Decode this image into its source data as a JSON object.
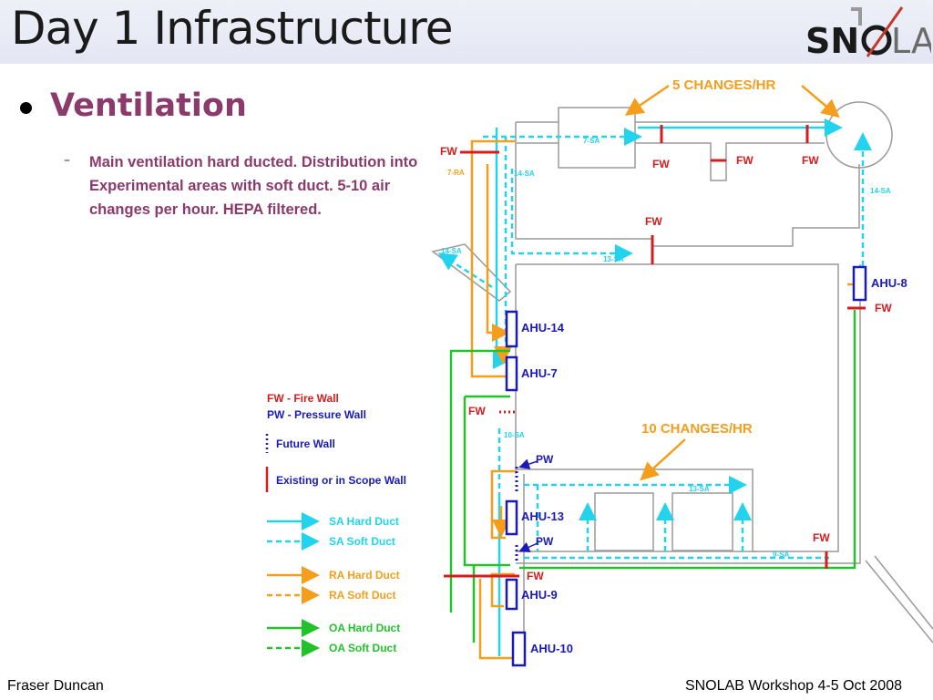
{
  "slide": {
    "title": "Day 1 Infrastructure",
    "bullet": "Ventilation",
    "sub_bullet": "Main ventilation hard ducted.  Distribution into Experimental areas with soft duct.  5-10 air changes per hour.  HEPA filtered.",
    "footer_left": "Fraser Duncan",
    "footer_right": "SNOLAB Workshop 4-5 Oct 2008"
  },
  "logo": {
    "text_left": "SN",
    "text_right": "LAB",
    "color": "#1a1a1a",
    "accent": "#c0392b"
  },
  "diagram": {
    "callouts": {
      "top": "5 CHANGES/HR",
      "middle": "10 CHANGES/HR"
    },
    "ahu_labels": [
      "AHU-14",
      "AHU-7",
      "AHU-13",
      "AHU-9",
      "AHU-10",
      "AHU-8"
    ],
    "fw": "FW",
    "pw": "PW",
    "duct_labels": {
      "sa7": "7-SA",
      "ra7": "7-RA",
      "sa14a": "14-SA",
      "sa14b": "14-SA",
      "sa14c": "14-SA",
      "sa13": "13-SA",
      "sa10": "10-SA",
      "sa13b": "13-SA",
      "sa9": "9-SA"
    }
  },
  "legend": [
    {
      "label": "FW - Fire Wall",
      "color": "#d61c1c",
      "kind": "text"
    },
    {
      "label": "PW - Pressure Wall",
      "color": "#1a1ab8",
      "kind": "text"
    },
    {
      "label": "Future Wall",
      "color": "#1a1ab8",
      "kind": "dotted-wall"
    },
    {
      "label": "Existing or in Scope Wall",
      "color": "#1a1ab8",
      "kind": "solid-wall"
    },
    {
      "label": "SA Hard Duct",
      "color": "#22d3ee",
      "kind": "solid"
    },
    {
      "label": "SA Soft Duct",
      "color": "#22d3ee",
      "kind": "dashed"
    },
    {
      "label": "RA Hard Duct",
      "color": "#f59e1b",
      "kind": "solid"
    },
    {
      "label": "RA Soft Duct",
      "color": "#f59e1b",
      "kind": "dashed"
    },
    {
      "label": "OA Hard Duct",
      "color": "#22c32a",
      "kind": "solid"
    },
    {
      "label": "OA Soft Duct",
      "color": "#22c32a",
      "kind": "dashed"
    }
  ],
  "colors": {
    "sa": "#22d3ee",
    "ra": "#f59e1b",
    "oa": "#22c32a",
    "fw": "#d61c1c",
    "pw": "#1a1ab8",
    "wall": "#9a9a9a",
    "ahu": "#1a1ab8",
    "callout": "#f59e1b"
  }
}
